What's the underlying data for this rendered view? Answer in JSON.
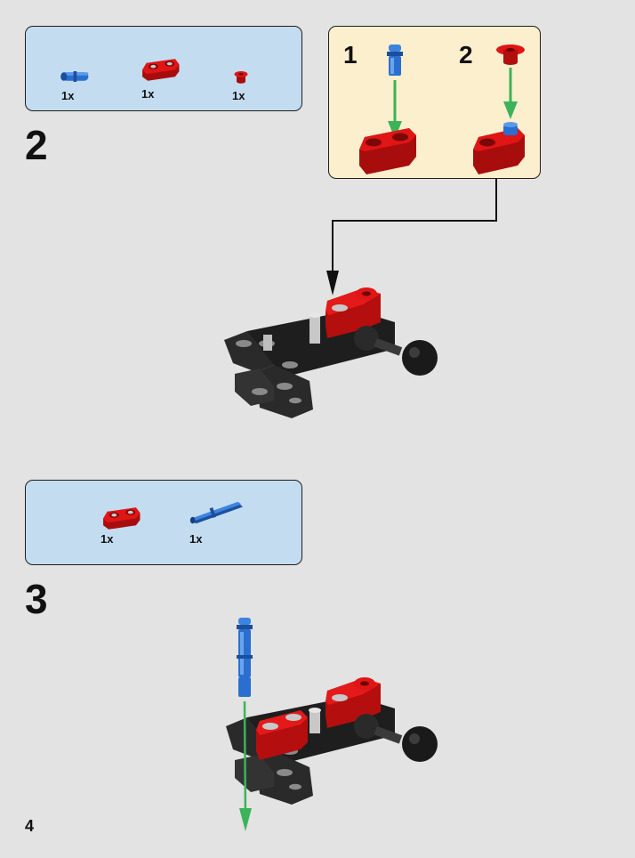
{
  "page_number": "4",
  "step2": {
    "number": "2",
    "parts": [
      {
        "icon": "blue-connector-pin-icon",
        "qty": "1x"
      },
      {
        "icon": "red-beam-2-icon",
        "qty": "1x"
      },
      {
        "icon": "red-bush-icon",
        "qty": "1x"
      }
    ],
    "substeps": [
      {
        "number": "1"
      },
      {
        "number": "2"
      }
    ]
  },
  "step3": {
    "number": "3",
    "parts": [
      {
        "icon": "red-beam-2-icon",
        "qty": "1x"
      },
      {
        "icon": "blue-long-axle-pin-icon",
        "qty": "1x"
      }
    ]
  },
  "colors": {
    "background": "#e2e3e2",
    "parts_box": "#c3dcf0",
    "substep_box": "#fbefcd",
    "brick_red": "#d01010",
    "brick_blue": "#2a6fd0",
    "brick_black": "#2a2a2a",
    "arrow_green": "#3cb35a"
  }
}
